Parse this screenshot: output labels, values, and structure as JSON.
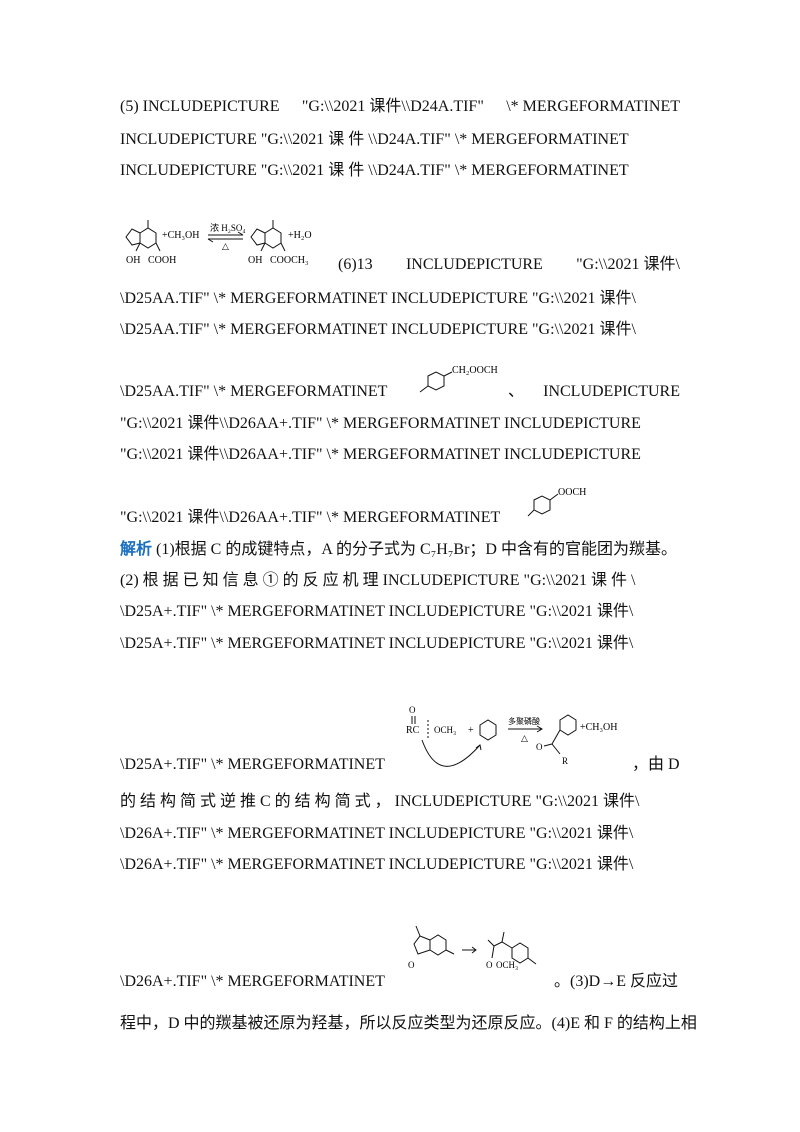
{
  "lines": {
    "l1a": "(5) INCLUDEPICTURE",
    "l1b": "\"G:\\\\2021 课件\\\\D24A.TIF\"",
    "l1c": "\\* MERGEFORMATINET",
    "l2": "INCLUDEPICTURE   \"G:\\\\2021 课 件 \\\\D24A.TIF\"  \\*  MERGEFORMATINET",
    "l3": "INCLUDEPICTURE   \"G:\\\\2021 课 件 \\\\D24A.TIF\"  \\*  MERGEFORMATINET",
    "l4a": "(6)13",
    "l4b": "INCLUDEPICTURE",
    "l4c": "\"G:\\\\2021 课件\\",
    "l5": "\\D25AA.TIF\"  \\*  MERGEFORMATINET  INCLUDEPICTURE   \"G:\\\\2021 课件\\",
    "l6": "\\D25AA.TIF\"  \\*  MERGEFORMATINET  INCLUDEPICTURE   \"G:\\\\2021 课件\\",
    "l7a": "\\D25AA.TIF\"  \\*  MERGEFORMATINET",
    "l7b": "、",
    "l7c": "INCLUDEPICTURE",
    "l8": "\"G:\\\\2021 课件\\\\D26AA+.TIF\"  \\*  MERGEFORMATINET  INCLUDEPICTURE",
    "l9": "\"G:\\\\2021 课件\\\\D26AA+.TIF\"  \\*  MERGEFORMATINET  INCLUDEPICTURE",
    "l10": "\"G:\\\\2021 课件\\\\D26AA+.TIF\"  \\*  MERGEFORMATINET",
    "l11_label": "解析",
    "l11": " (1)根据 C 的成键特点，A 的分子式为 C₇H₇Br；D 中含有的官能团为羰基。",
    "l12": "(2) 根 据 已 知 信 息 ① 的 反 应 机 理   INCLUDEPICTURE   \"G:\\\\2021 课 件 \\",
    "l13": "\\D25A+.TIF\"  \\*  MERGEFORMATINET  INCLUDEPICTURE   \"G:\\\\2021 课件\\",
    "l14": "\\D25A+.TIF\"  \\*  MERGEFORMATINET  INCLUDEPICTURE   \"G:\\\\2021 课件\\",
    "l15a": "\\D25A+.TIF\"  \\*  MERGEFORMATINET",
    "l15b": "，由 D",
    "l16": "的 结 构 简 式 逆 推 C 的 结 构 简 式 ，   INCLUDEPICTURE   \"G:\\\\2021 课件\\",
    "l17": "\\D26A+.TIF\"  \\*  MERGEFORMATINET  INCLUDEPICTURE   \"G:\\\\2021 课件\\",
    "l18": "\\D26A+.TIF\"  \\*  MERGEFORMATINET  INCLUDEPICTURE   \"G:\\\\2021 课件\\",
    "l19a": "\\D26A+.TIF\"  \\*  MERGEFORMATINET",
    "l19b": "。(3)D→E 反应过",
    "l20": "程中，D 中的羰基被还原为羟基，所以反应类型为还原反应。(4)E 和 F 的结构上相"
  },
  "chem": {
    "r5_reagent": "+CH₃OH",
    "r5_cond_top": "浓 H₂SO₄",
    "r5_cond_bot": "△",
    "r5_water": "+H₂O",
    "r5_oh1": "OH",
    "r5_cooh": "COOH",
    "r5_oh2": "OH",
    "r5_cooch3": "COOCH₃",
    "s6a_group": "CH₂OOCH",
    "s6b_group": "OOCH",
    "rx2_o": "O",
    "rx2_rc": "RC",
    "rx2_och3": "OCH₃",
    "rx2_plus": "+",
    "rx2_cond_top": "多聚磷酸",
    "rx2_cond_bot": "△",
    "rx2_o2": "O",
    "rx2_r": "R",
    "rx2_meoh": "+CH₃OH",
    "rx3_o": "O",
    "rx3_och3": "OCH₃"
  }
}
